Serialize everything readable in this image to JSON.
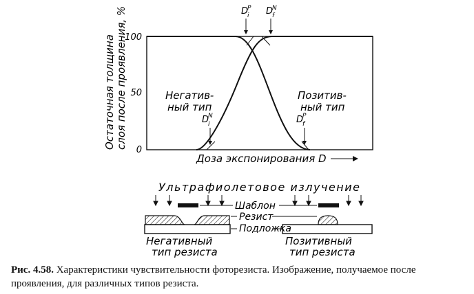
{
  "chart": {
    "y_axis_label_line1": "Остаточная толщина",
    "y_axis_label_line2": "слоя после проявления, %",
    "y_ticks": [
      "100",
      "50",
      "0"
    ],
    "x_axis_label": "Доза экспонирования D",
    "neg_label_line1": "Негатив-",
    "neg_label_line2": "ный тип",
    "pos_label_line1": "Позитив-",
    "pos_label_line2": "ный тип",
    "marker_di_n": "D",
    "marker_di_n_sub": "i",
    "marker_di_n_sup": "N",
    "marker_df_p": "D",
    "marker_df_p_sub": "f",
    "marker_df_p_sup": "P",
    "marker_di_p": "D",
    "marker_di_p_sub": "i",
    "marker_di_p_sup": "P",
    "marker_df_n": "D",
    "marker_df_n_sub": "f",
    "marker_df_n_sup": "N"
  },
  "chart_data": {
    "type": "line",
    "title": "",
    "xlabel": "Доза экспонирования D",
    "ylabel": "Остаточная толщина слоя после проявления, %",
    "ylim": [
      0,
      100
    ],
    "yticks": [
      0,
      50,
      100
    ],
    "series": [
      {
        "name": "Негатив-ный тип",
        "trend": "rises from 0 to 100"
      },
      {
        "name": "Позитив-ный тип",
        "trend": "falls from 100 to 0"
      }
    ]
  },
  "process": {
    "uv_label": "Ультрафиолетовое излучение",
    "mask_label": "Шаблон",
    "resist_label": "Резист",
    "substrate_label": "Подложка",
    "neg_type_line1": "Негативный",
    "neg_type_line2": "тип резиста",
    "pos_type_line1": "Позитивный",
    "pos_type_line2": "тип резиста"
  },
  "caption": {
    "number": "Рис. 4.58.",
    "text": "Характеристики чувствительности фоторезиста. Изображение, получаемое после проявления, для различных типов резиста."
  }
}
